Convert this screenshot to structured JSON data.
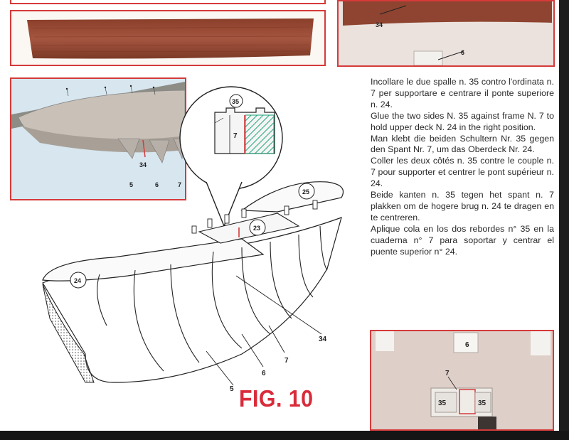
{
  "photos": {
    "top_right": {
      "part_34": "34",
      "part_6": "6"
    },
    "mid_left": {
      "part_34": "34",
      "part_5": "5",
      "part_6": "6",
      "part_7": "7"
    },
    "bottom_right": {
      "part_6": "6",
      "part_7": "7",
      "part_35_left": "35",
      "part_35_right": "35"
    }
  },
  "instructions": [
    "Incollare le due spalle n. 35 contro l'ordinata n. 7 per supportare e centrare il ponte superiore n. 24.",
    "Glue the two sides N. 35 against frame N. 7 to hold upper deck N. 24 in the right position.",
    "Man klebt die beiden Schultern Nr. 35 gegen den Spant Nr. 7, um das Oberdeck Nr. 24.",
    "Coller les deux côtés n. 35 contre le couple n. 7 pour supporter et centrer le pont supérieur n. 24.",
    "Beide kanten n. 35 tegen het spant n. 7 plakken om de hogere brug n. 24 te dragen en te centreren.",
    "Aplique cola en los dos rebordes n° 35 en la cuaderna n° 7 para soportar y centrar el puente superior n° 24."
  ],
  "diagram": {
    "label_24": "24",
    "label_23": "23",
    "label_25": "25",
    "label_34": "34",
    "label_5": "5",
    "label_6": "6",
    "label_7": "7",
    "detail_label_35": "35",
    "detail_label_7": "7"
  },
  "figure_title": "FIG. 10"
}
